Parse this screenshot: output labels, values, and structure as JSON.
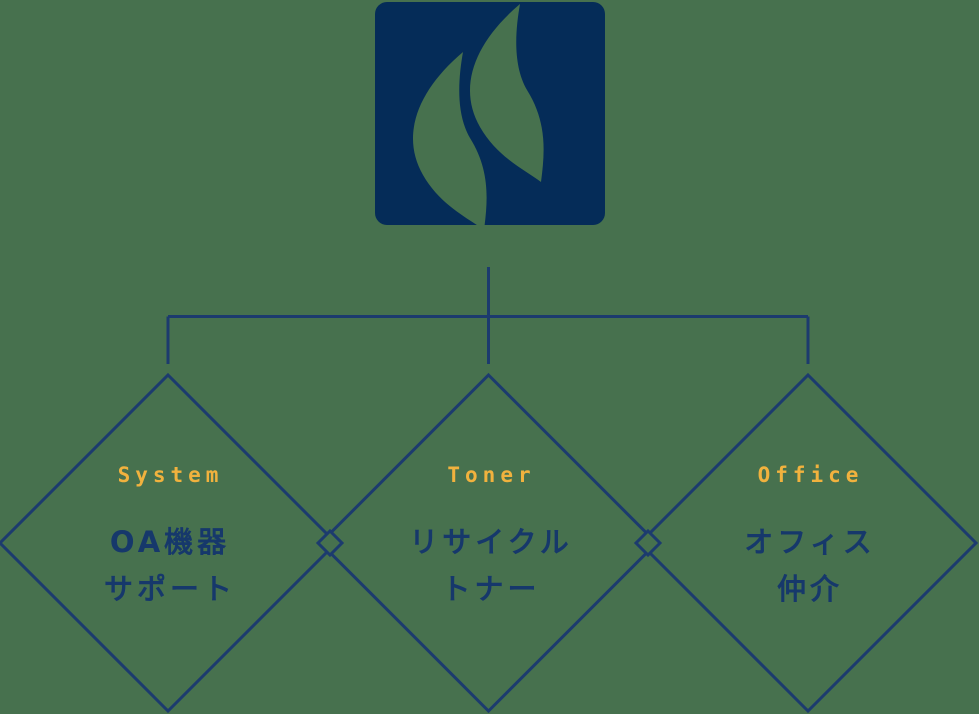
{
  "figure": {
    "description": "Corporate service diagram: logo connected to three diamond service nodes",
    "background_color": "#47714E",
    "logo": {
      "icon": "double-s-swoosh",
      "square_color": "#052C58",
      "swoosh_color": "#47714E"
    },
    "connector": {
      "line_color": "#1C3B6E",
      "line_width": 3
    },
    "nodes": [
      {
        "id": "system",
        "en_label": "System",
        "jp_line1": "OA機器",
        "jp_line2": "サポート"
      },
      {
        "id": "toner",
        "en_label": "Toner",
        "jp_line1": "リサイクル",
        "jp_line2": "トナー"
      },
      {
        "id": "office",
        "en_label": "Office",
        "jp_line1": "オフィス",
        "jp_line2": "仲介"
      }
    ],
    "colors": {
      "en_label_gold": "#F1B23E",
      "jp_label_navy": "#16386B",
      "diamond_outline_navy": "#1C3B6E"
    }
  }
}
